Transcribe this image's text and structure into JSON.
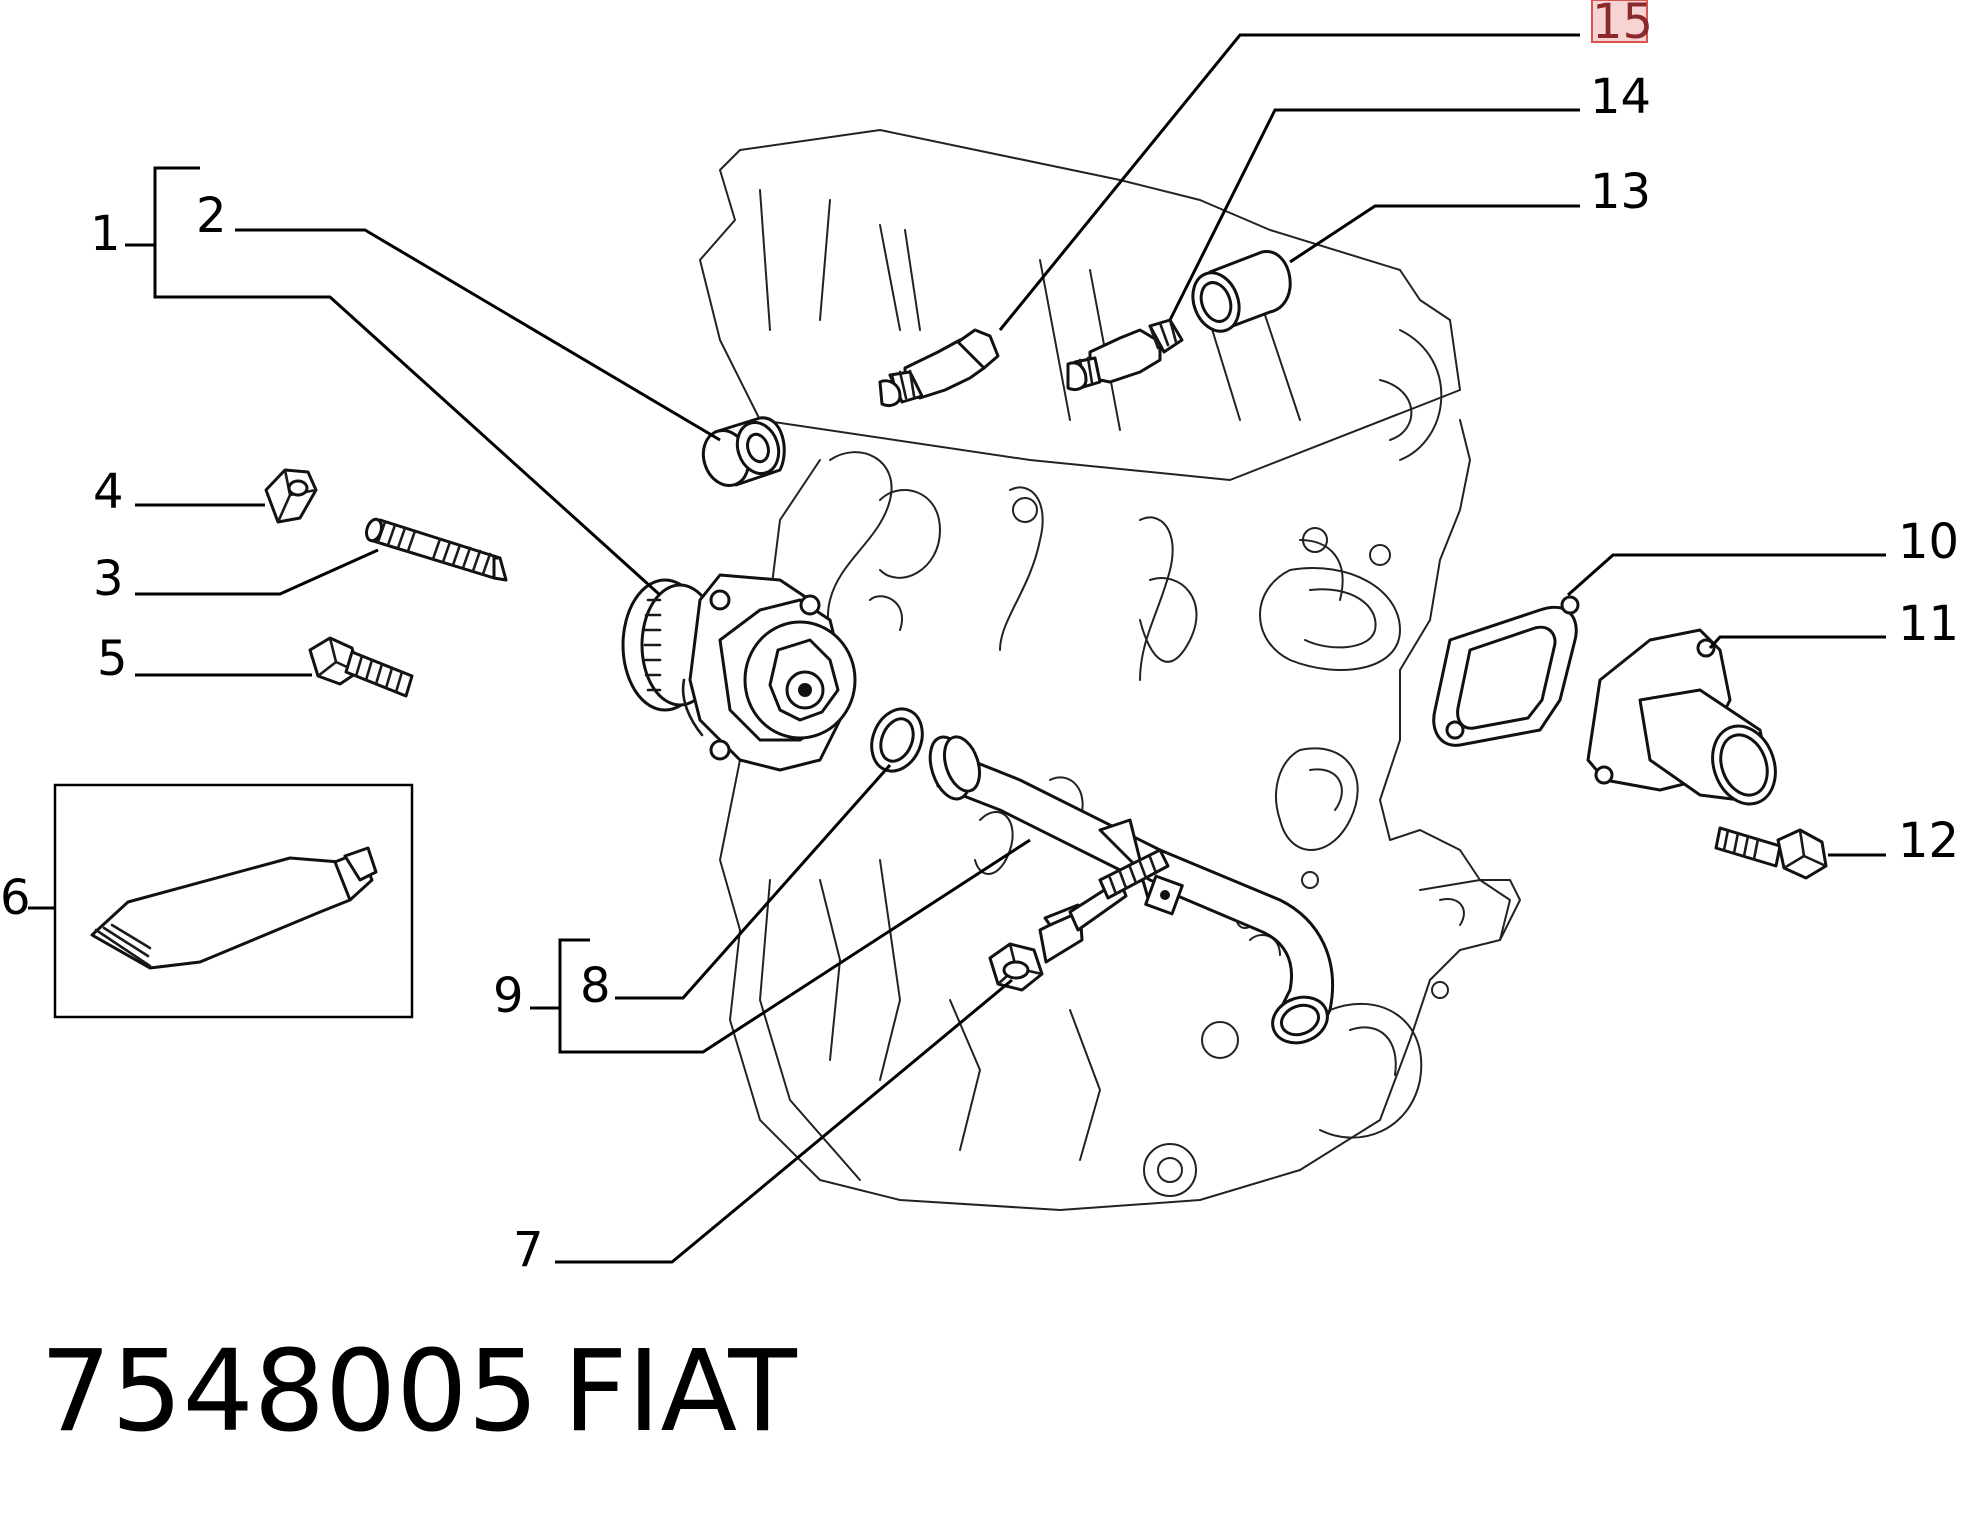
{
  "diagram": {
    "callouts": [
      {
        "id": "1",
        "label": "1"
      },
      {
        "id": "2",
        "label": "2"
      },
      {
        "id": "3",
        "label": "3"
      },
      {
        "id": "4",
        "label": "4"
      },
      {
        "id": "5",
        "label": "5"
      },
      {
        "id": "6",
        "label": "6"
      },
      {
        "id": "7",
        "label": "7"
      },
      {
        "id": "8",
        "label": "8"
      },
      {
        "id": "9",
        "label": "9"
      },
      {
        "id": "10",
        "label": "10"
      },
      {
        "id": "11",
        "label": "11"
      },
      {
        "id": "12",
        "label": "12"
      },
      {
        "id": "13",
        "label": "13"
      },
      {
        "id": "14",
        "label": "14"
      },
      {
        "id": "15",
        "label": "15",
        "highlighted": true
      }
    ],
    "highlight_color": "#d9534f"
  },
  "footer": {
    "part_number": "7548005",
    "brand": "FIAT"
  }
}
